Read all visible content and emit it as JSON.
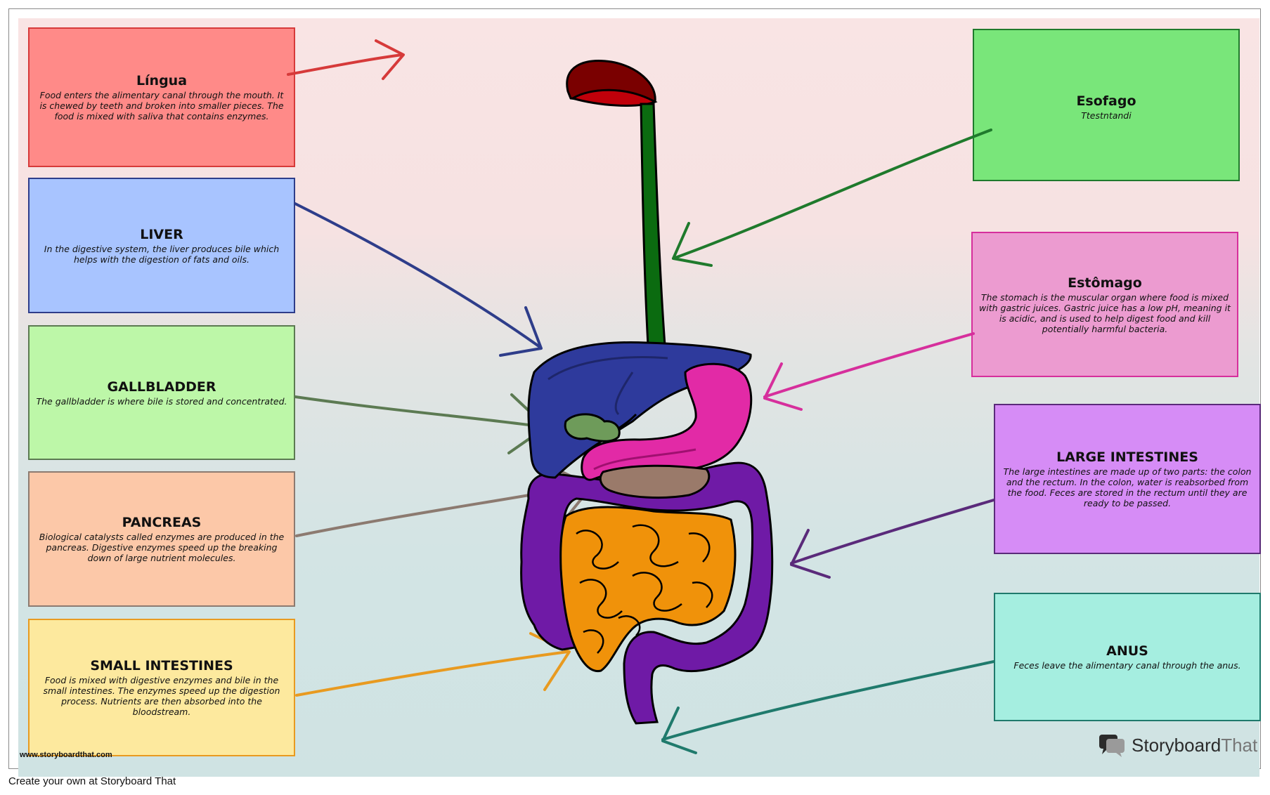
{
  "boxes": {
    "lingua": {
      "title": "Língua",
      "text": "Food enters the alimentary canal through the mouth. It is chewed by teeth and broken into smaller pieces. The food is mixed with saliva that contains enzymes.",
      "bg": "#ff8a88",
      "border": "#d63a3a"
    },
    "liver": {
      "title": "LIVER",
      "text": "In the digestive system, the liver produces bile which helps with the digestion of fats and oils.",
      "bg": "#a8c4ff",
      "border": "#2e3d8a"
    },
    "gallbladder": {
      "title": "GALLBLADDER",
      "text": "The gallbladder is where bile is stored and concentrated.",
      "bg": "#bdf7a8",
      "border": "#5c7a52"
    },
    "pancreas": {
      "title": "PANCREAS",
      "text": "Biological catalysts called enzymes are produced in the pancreas. Digestive enzymes speed up the breaking down of large nutrient molecules.",
      "bg": "#fcc8a8",
      "border": "#8c7a70"
    },
    "small_intestines": {
      "title": "SMALL INTESTINES",
      "text": "Food is mixed with digestive enzymes and bile in the small intestines. The enzymes speed up the digestion process. Nutrients are then absorbed into the bloodstream.",
      "bg": "#fde99e",
      "border": "#e89a20"
    },
    "esofago": {
      "title": "Esofago",
      "text": "Ttestntandi",
      "bg": "#79e67a",
      "border": "#1f7a2c"
    },
    "estomago": {
      "title": "Estômago",
      "text": "The stomach is the muscular organ where food is mixed with gastric juices. Gastric juice has a low pH, meaning it is acidic, and is used to help digest food and kill potentially harmful bacteria.",
      "bg": "#ec9bd0",
      "border": "#d62f9c"
    },
    "large_intestines": {
      "title": "LARGE INTESTINES",
      "text": "The large intestines are made up of two parts: the colon and the rectum. In the colon, water is reabsorbed from the food. Feces are stored in the rectum until they are ready to be passed.",
      "bg": "#d68cf6",
      "border": "#5a2a7a"
    },
    "anus": {
      "title": "ANUS",
      "text": "Feces leave the alimentary canal through the anus.",
      "bg": "#a5eee0",
      "border": "#1f7a6c"
    }
  },
  "colors": {
    "tongue": "#c0000a",
    "esophagus": "#0b6b10",
    "liver": "#2e3a9c",
    "gallbladder": "#6e9b5a",
    "stomach": "#e22aa6",
    "pancreas": "#9a7a6a",
    "small_intestine": "#f0920a",
    "large_intestine": "#6f1aa6"
  },
  "watermark": "www.storyboardthat.com",
  "logo": {
    "name_part1": "Storyboard",
    "name_part2": "That",
    "icon": "speech-bubbles-icon"
  },
  "footer": "Create your own at Storyboard That"
}
